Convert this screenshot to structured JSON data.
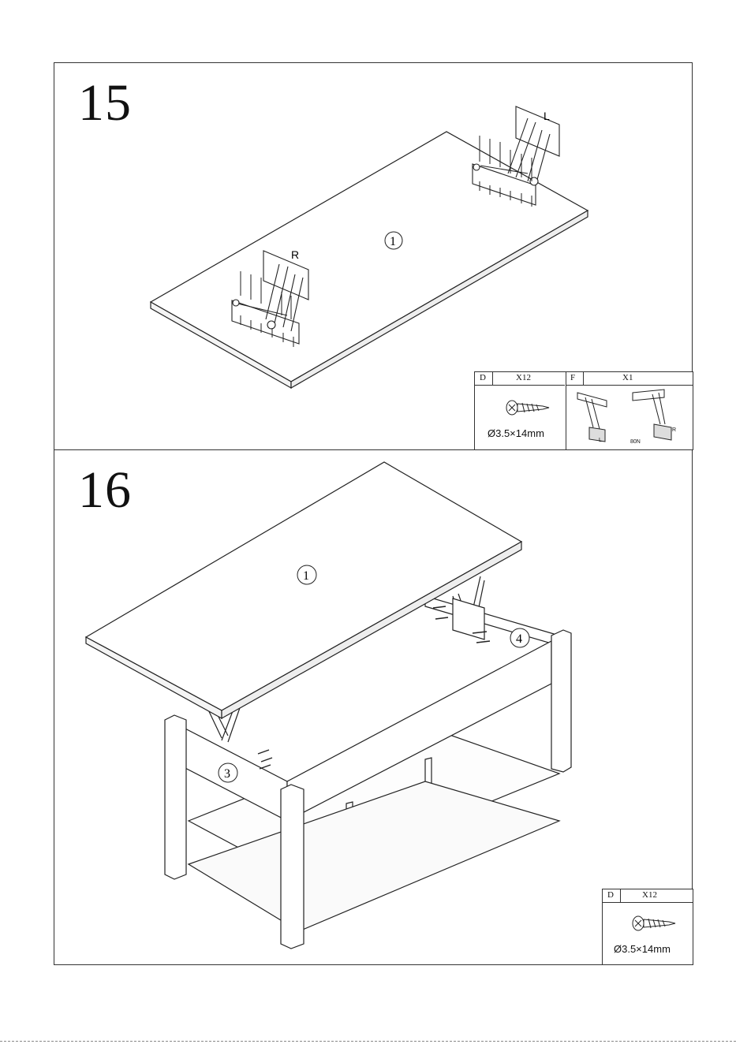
{
  "steps": [
    {
      "number": "15",
      "callouts": {
        "panel": "1",
        "left_hinge": "L",
        "right_hinge": "R"
      },
      "parts": [
        {
          "id": "D",
          "qty": "X12",
          "size": "Ø3.5×14mm",
          "icon": "screw-icon"
        },
        {
          "id": "F",
          "qty": "X1",
          "labels": {
            "left": "L",
            "force": "80N",
            "right": "R"
          },
          "icon": "lift-hinge-icon"
        }
      ]
    },
    {
      "number": "16",
      "callouts": {
        "top": "1",
        "front": "3",
        "back": "4"
      },
      "parts": [
        {
          "id": "D",
          "qty": "X12",
          "size": "Ø3.5×14mm",
          "icon": "screw-icon"
        }
      ]
    }
  ]
}
